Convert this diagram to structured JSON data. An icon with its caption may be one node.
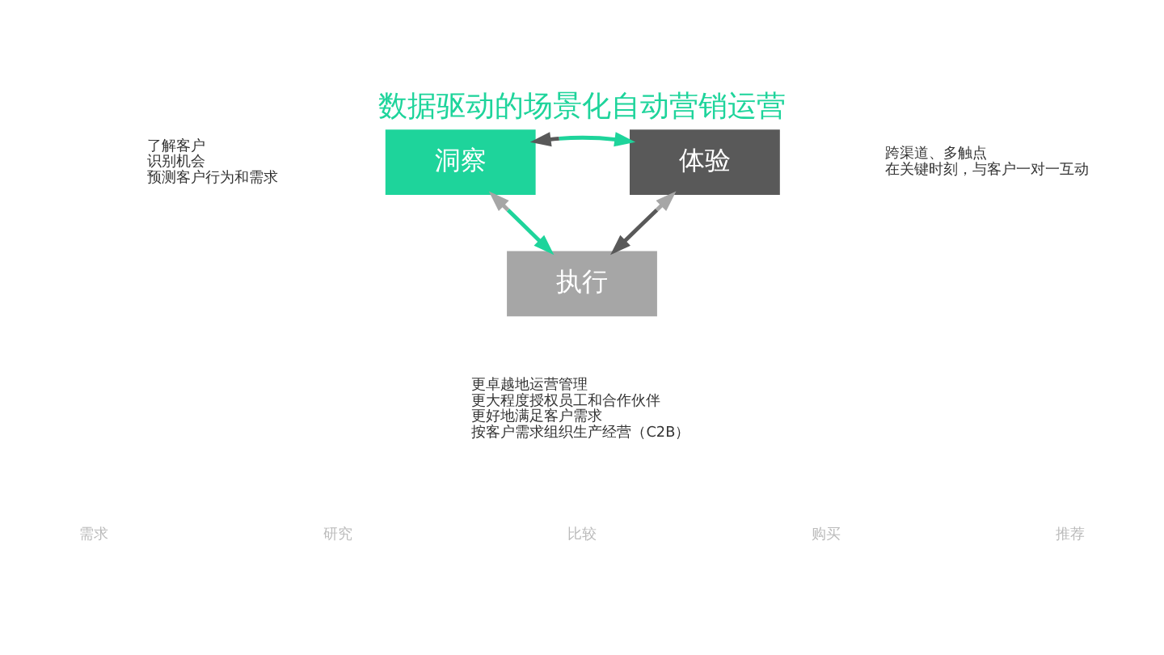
{
  "diagram": {
    "title": "数据驱动的场景化自动营销运营",
    "nodes": [
      {
        "text": [
          "洞察"
        ],
        "beside": [
          "了解客户",
          "识别机会",
          "预测客户行为和需求"
        ]
      },
      {
        "text": [
          "体验"
        ],
        "beside": [
          "跨渠道、多触点",
          "在关键时刻，与客户一对一互动"
        ]
      },
      {
        "text": [
          "执行"
        ],
        "beside": [
          "更卓越地运营管理",
          "更大程度授权员工和合作伙伴",
          "更好地满足客户需求",
          "按客户需求组织生产经营（C2B）"
        ]
      }
    ],
    "edges": [
      {
        "from": 0,
        "to": 1,
        "arrow": "both",
        "color": "#1ed49b"
      },
      {
        "from": 0,
        "to": 2,
        "arrow": "both",
        "color": "#1ed49b"
      },
      {
        "from": 1,
        "to": 2,
        "arrow": "both",
        "color": "#595959"
      }
    ],
    "labels": [
      "需求",
      "研究",
      "比较",
      "购买",
      "推荐"
    ]
  }
}
